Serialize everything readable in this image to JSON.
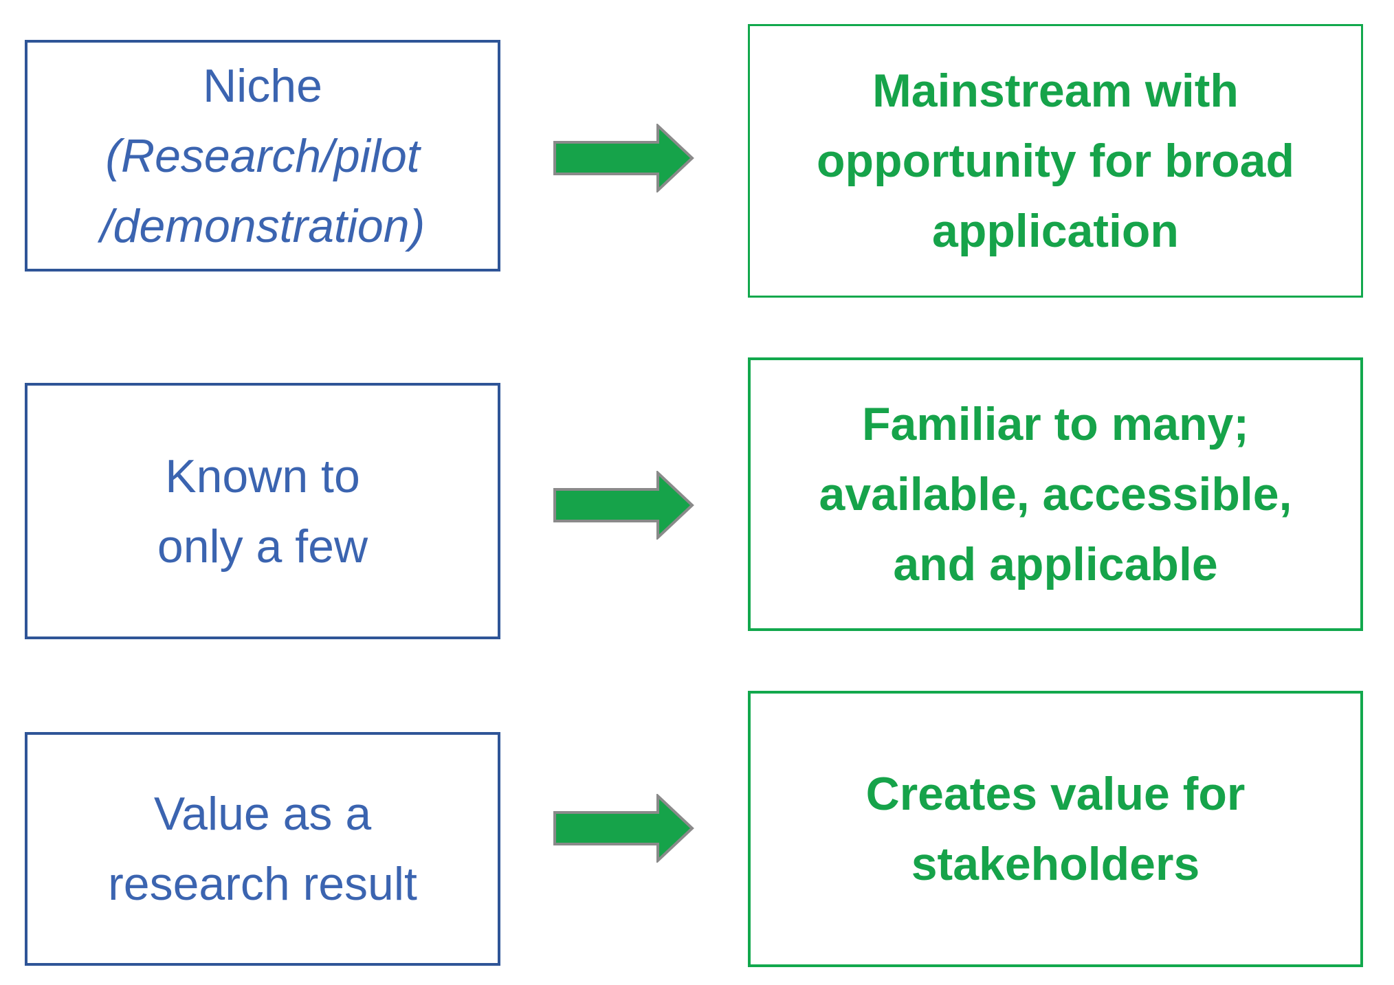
{
  "colors": {
    "blue_border": "#2F5597",
    "blue_text": "#3B64B0",
    "green_border": "#12A84D",
    "green_text": "#16A34A",
    "arrow_fill": "#16A34A",
    "arrow_outline": "#8A8A8A"
  },
  "diagram": {
    "arrow_icon": "right-arrow-icon",
    "rows": [
      {
        "left_lines": [
          "Niche",
          "(Research/pilot",
          "/demonstration)"
        ],
        "right_lines": [
          "Mainstream with",
          "opportunity for broad",
          "application"
        ]
      },
      {
        "left_lines": [
          "Known to",
          "only a few"
        ],
        "right_lines": [
          "Familiar to many;",
          "available, accessible,",
          "and applicable"
        ]
      },
      {
        "left_lines": [
          "Value as a",
          "research result"
        ],
        "right_lines": [
          "Creates value for",
          "stakeholders"
        ]
      }
    ]
  }
}
